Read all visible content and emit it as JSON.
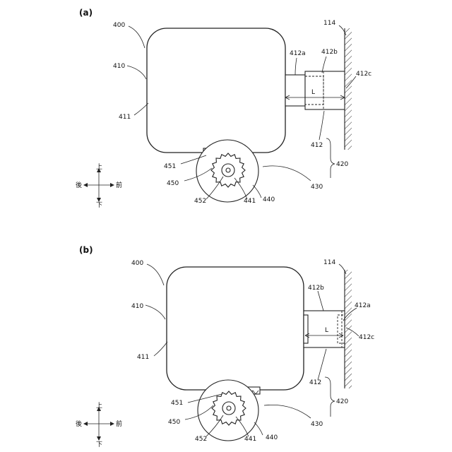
{
  "figure_a": {
    "caption": "(a)",
    "labels": {
      "body": "400",
      "side": "410",
      "face": "411",
      "rod": "412a",
      "sleeve": "412b",
      "end": "412c",
      "assembly": "412",
      "length": "L",
      "wall": "114",
      "group": "420",
      "arm": "430",
      "gear_pad": "451",
      "gear": "450",
      "teeth": "452",
      "hub": "441",
      "wheel": "440"
    },
    "compass": {
      "up": "上",
      "down": "下",
      "back": "後",
      "front": "前"
    }
  },
  "figure_b": {
    "caption": "(b)",
    "labels": {
      "body": "400",
      "side": "410",
      "face": "411",
      "rod": "412a",
      "sleeve": "412b",
      "end": "412c",
      "assembly": "412",
      "length": "L",
      "wall": "114",
      "group": "420",
      "arm": "430",
      "gear_pad": "451",
      "gear": "450",
      "teeth": "452",
      "hub": "441",
      "wheel": "440"
    },
    "compass": {
      "up": "上",
      "down": "下",
      "back": "後",
      "front": "前"
    }
  },
  "colors": {
    "line": "#222222",
    "background": "#ffffff"
  }
}
